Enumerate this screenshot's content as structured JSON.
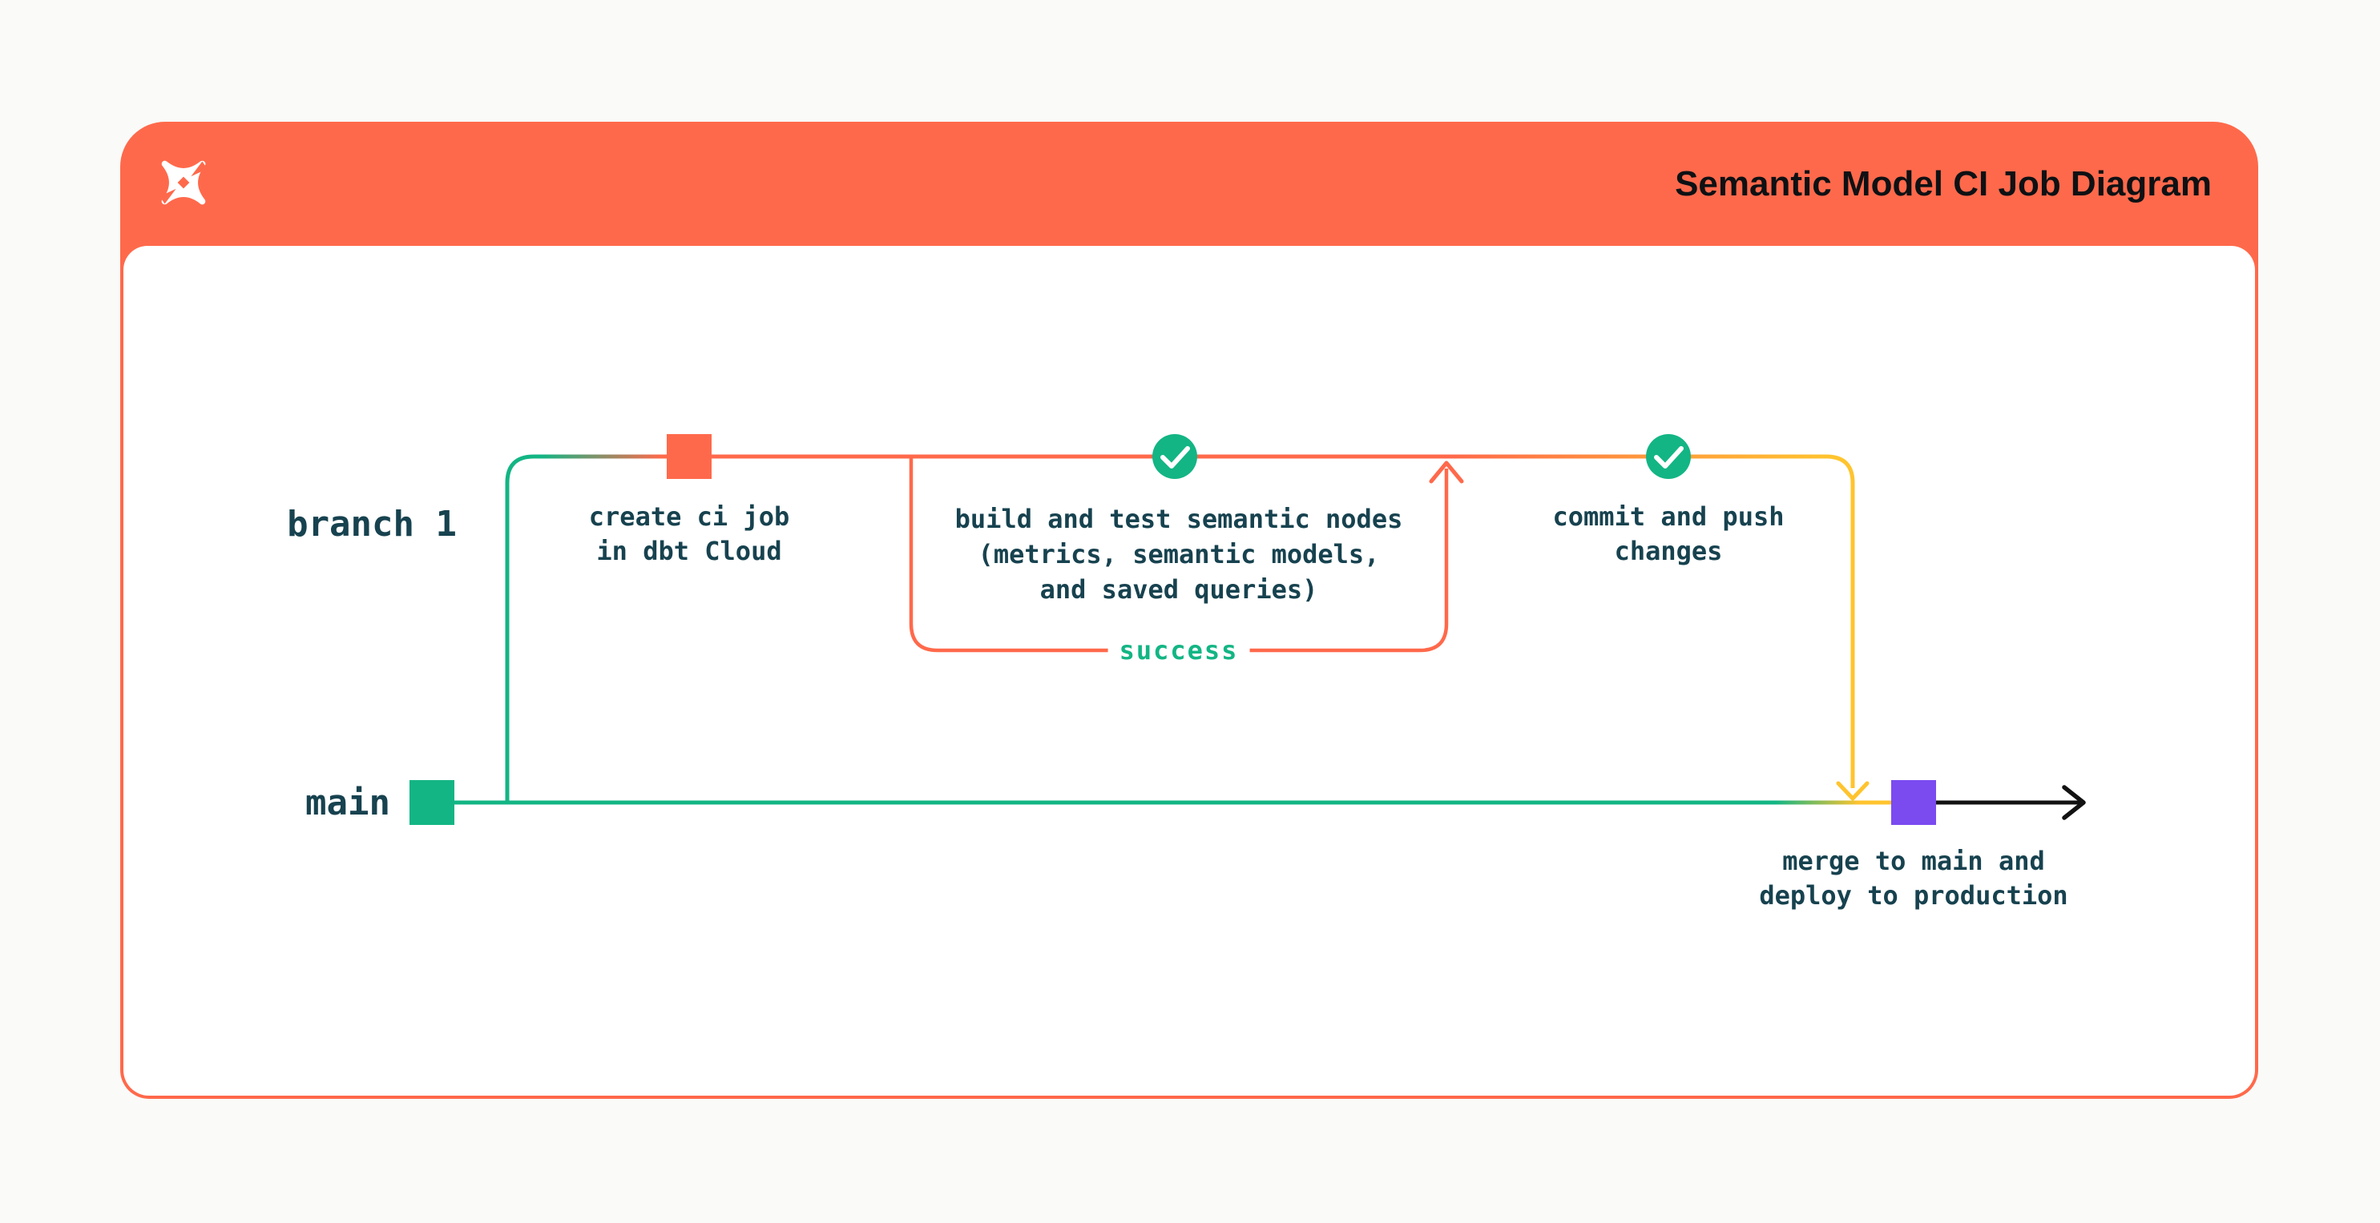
{
  "page": {
    "background": "#FAFAF8"
  },
  "header": {
    "title": "Semantic Model CI Job Diagram",
    "brand_color": "#FF694B",
    "logo_icon": "dbt-logo-icon"
  },
  "diagram": {
    "type": "git-branch-flow",
    "colors": {
      "orange": "#FF694B",
      "green": "#13B584",
      "yellow": "#FFC42E",
      "purple": "#7B4BF0",
      "text": "#17424F",
      "arrow_black": "#121212"
    },
    "lanes": {
      "branch_label": "branch 1",
      "main_label": "main"
    },
    "nodes": {
      "create_ci": {
        "marker": "orange-commit-square",
        "lines": [
          "create ci job",
          "in dbt Cloud"
        ]
      },
      "build_test": {
        "marker": "green-check-circle",
        "lines": [
          "build and test semantic nodes",
          "(metrics, semantic models,",
          "and saved queries)"
        ]
      },
      "commit_push": {
        "marker": "green-check-circle",
        "lines": [
          "commit and push",
          "changes"
        ]
      },
      "merge": {
        "marker": "purple-commit-square",
        "lines": [
          "merge to main and",
          "deploy to production"
        ]
      },
      "main_start": {
        "marker": "green-commit-square"
      }
    },
    "edges": {
      "success_label": "success",
      "loop_arrow": "success loops back up to branch line",
      "merge_arrow": "branch merges down into main",
      "continue_arrow": "main continues right"
    }
  }
}
